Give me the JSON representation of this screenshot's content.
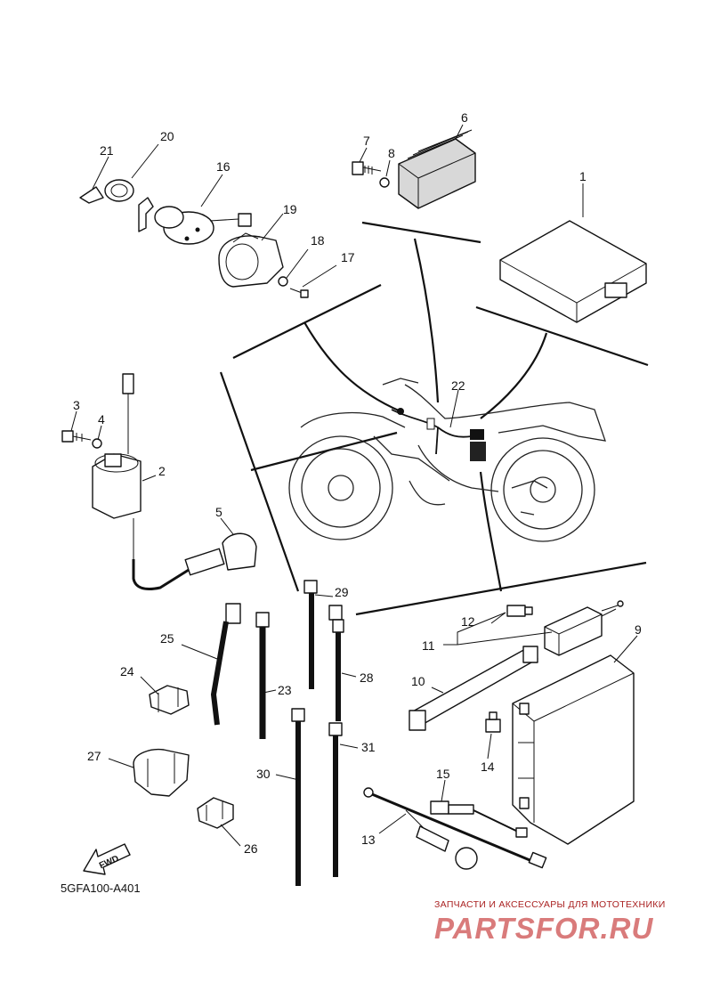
{
  "diagram": {
    "code": "5GFA100-A401",
    "fwd_label": "FWD",
    "callouts": [
      "1",
      "2",
      "3",
      "4",
      "5",
      "6",
      "7",
      "8",
      "9",
      "10",
      "11",
      "12",
      "13",
      "14",
      "15",
      "16",
      "17",
      "18",
      "19",
      "20",
      "21",
      "22",
      "23",
      "24",
      "25",
      "26",
      "27",
      "28",
      "29",
      "30",
      "31"
    ],
    "icons": {
      "fwd_arrow": "fwd-arrow-icon",
      "bike": "motorcycle-outline-icon"
    }
  },
  "watermark": {
    "tagline": "ЗАПЧАСТИ И АКСЕССУАРЫ ДЛЯ МОТОТЕХНИКИ",
    "logo_text": "PARTSFOR.RU"
  }
}
